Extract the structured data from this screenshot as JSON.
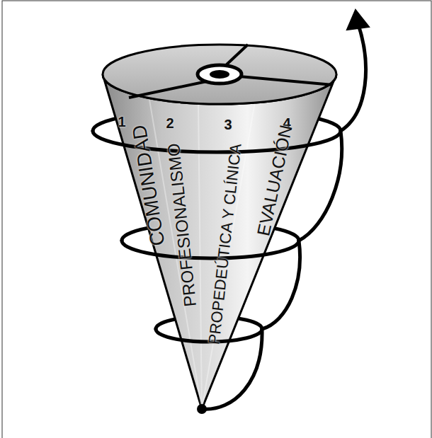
{
  "diagram": {
    "labels": [
      "1",
      "2",
      "3",
      "4",
      "COMUNIDAD",
      "PROFESIONALISMO",
      "PROPEDEÚTICA Y CLÍNICA",
      "EVALUACIÓN"
    ]
  }
}
